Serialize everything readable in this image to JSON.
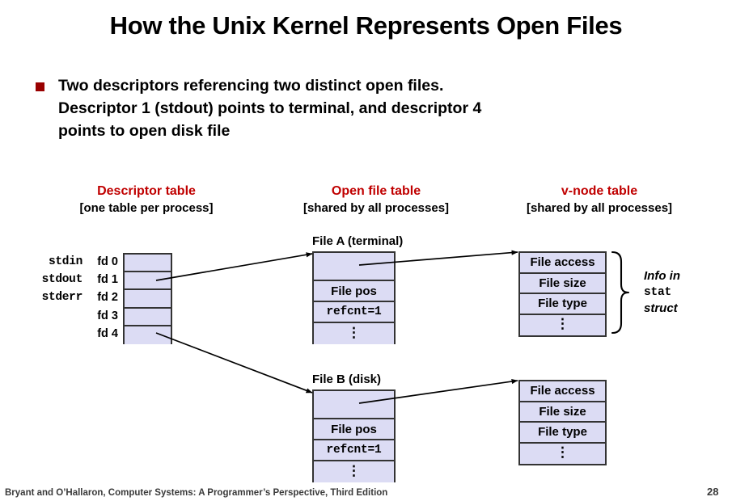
{
  "slide": {
    "title": "How the Unix Kernel Represents Open Files",
    "bullet": {
      "marker_color": "#990000",
      "lines": [
        "Two descriptors referencing two distinct open files.",
        "Descriptor 1 (stdout) points to terminal, and descriptor 4",
        "points to open disk file"
      ]
    },
    "footer": {
      "citation": "Bryant and O’Hallaron, Computer Systems: A Programmer’s Perspective, Third Edition",
      "page_number": "28"
    }
  },
  "columns": [
    {
      "title": "Descriptor table",
      "subtitle": "[one table per process]",
      "title_color": "#C00000"
    },
    {
      "title": "Open file table",
      "subtitle": "[shared by all processes]",
      "title_color": "#C00000"
    },
    {
      "title": "v-node table",
      "subtitle": "[shared by all processes]",
      "title_color": "#C00000"
    }
  ],
  "descriptor_table": {
    "cell_fill": "#DCDCF4",
    "rows": [
      {
        "stream": "stdin",
        "fd": "fd 0"
      },
      {
        "stream": "stdout",
        "fd": "fd 1"
      },
      {
        "stream": "stderr",
        "fd": "fd 2"
      },
      {
        "stream": "",
        "fd": "fd 3"
      },
      {
        "stream": "",
        "fd": "fd 4"
      }
    ]
  },
  "open_file_tables": [
    {
      "caption": "File A (terminal)",
      "cells": [
        "",
        "File pos",
        "refcnt=1",
        "⋮"
      ]
    },
    {
      "caption": "File B (disk)",
      "cells": [
        "",
        "File pos",
        "refcnt=1",
        "⋮"
      ]
    }
  ],
  "vnode_tables": [
    {
      "cells": [
        "File access",
        "File size",
        "File type",
        "⋮"
      ]
    },
    {
      "cells": [
        "File access",
        "File size",
        "File type",
        "⋮"
      ]
    }
  ],
  "stat_note": {
    "line1": "Info in",
    "line2": "stat",
    "line3": "struct"
  }
}
